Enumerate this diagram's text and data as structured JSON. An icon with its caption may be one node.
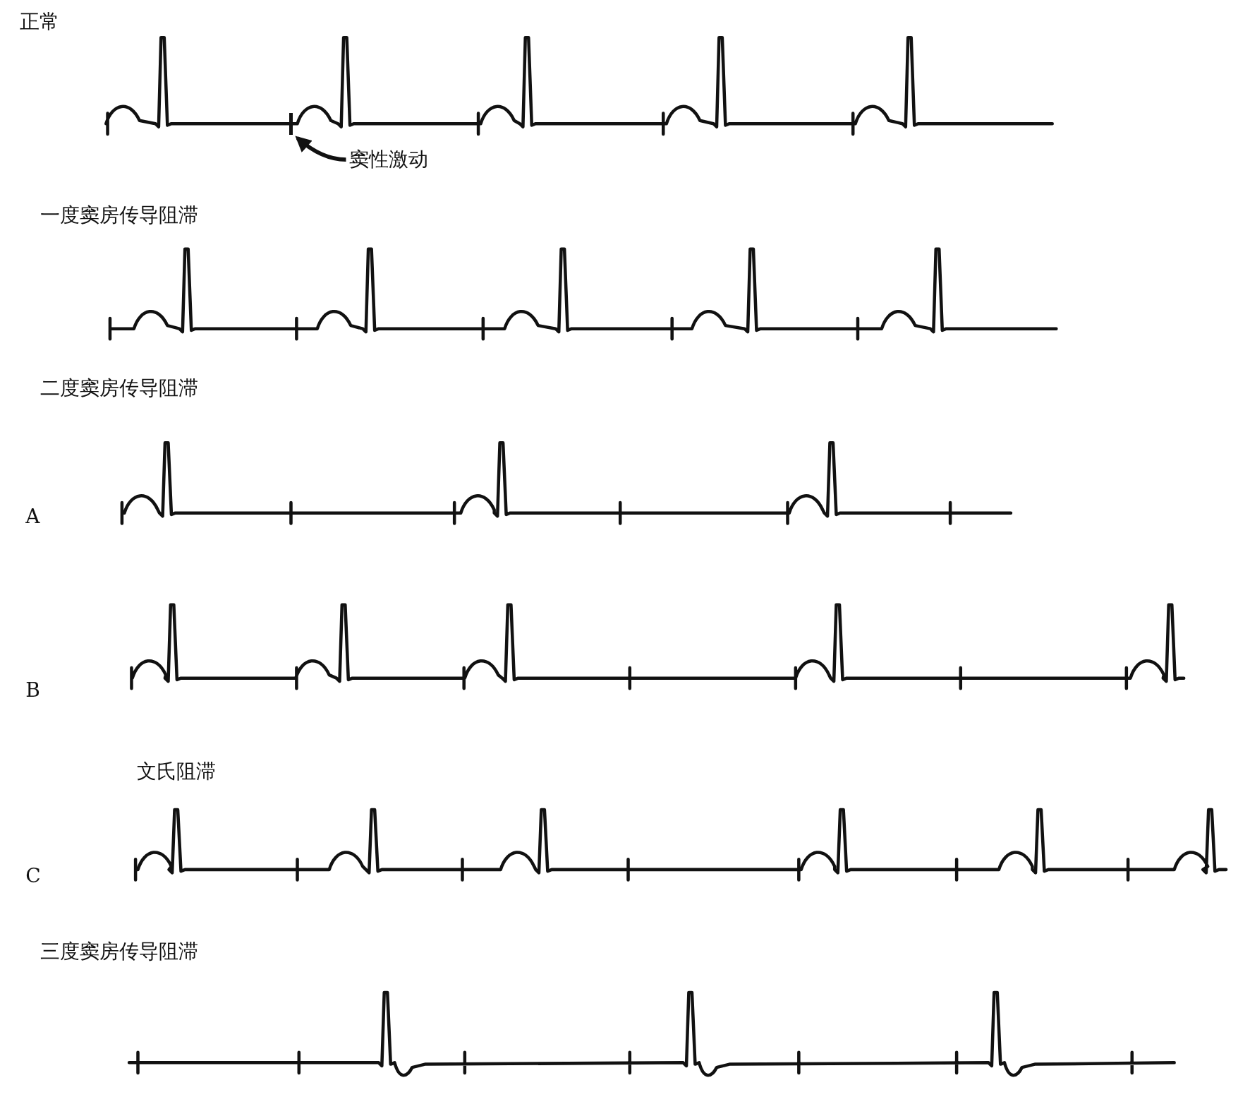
{
  "diagram": {
    "nodes": [
      {
        "text": [
          "窦性激动"
        ]
      },
      {
        "text": [],
        "shape": "bar"
      }
    ],
    "edges": [
      {
        "from": 0,
        "to": 1,
        "arrow": "to"
      }
    ],
    "labels": [
      "正常",
      "一度窦房传导阻滞",
      "二度窦房传导阻滞",
      "A",
      "B",
      "文氏阻滞",
      "C",
      "三度窦房传导阻滞"
    ]
  }
}
